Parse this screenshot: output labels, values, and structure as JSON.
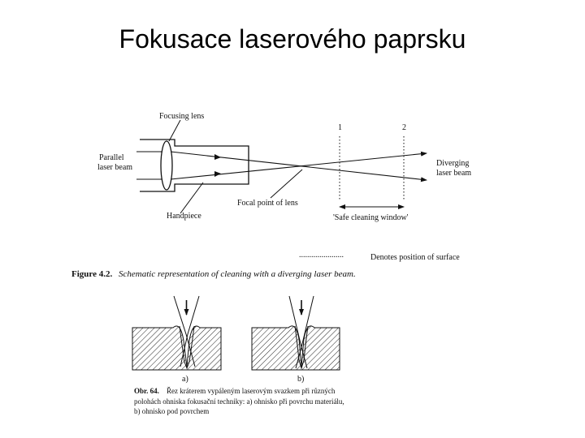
{
  "slide": {
    "title": "Fokusace laserového paprsku"
  },
  "figure1": {
    "labels": {
      "focusing_lens": "Focusing lens",
      "parallel_beam_1": "Parallel",
      "parallel_beam_2": "laser beam",
      "handpiece": "Handpiece",
      "focal_point": "Focal point of lens",
      "diverging_1": "Diverging",
      "diverging_2": "laser beam",
      "position_1": "1",
      "position_2": "2",
      "safe_window": "'Safe cleaning window'",
      "legend_dots": "......................",
      "legend_text": "Denotes position of surface"
    },
    "caption": {
      "label": "Figure 4.2.",
      "text": "Schematic representation of cleaning with a diverging laser beam."
    }
  },
  "figure2": {
    "labels": {
      "a": "a)",
      "b": "b)"
    },
    "caption": {
      "label": "Obr. 64.",
      "line1": "Řez kráterem vypáleným laserovým svazkem při různých",
      "line2": "polohách ohniska fokusační techniky: a) ohnisko při povrchu materiálu,",
      "line3": "b) ohnisko pod povrchem"
    }
  }
}
